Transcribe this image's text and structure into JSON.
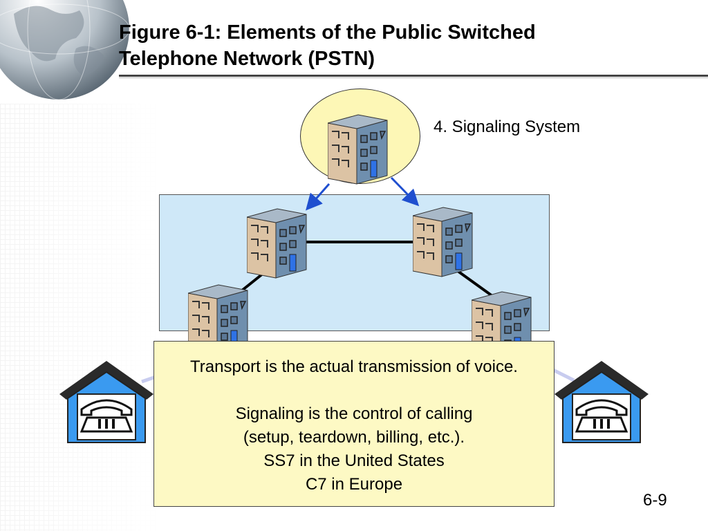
{
  "slide": {
    "title_line1": "Figure 6-1: Elements of the Public Switched",
    "title_line2": "Telephone Network (PSTN)",
    "signaling_label": "4. Signaling System",
    "info_box": {
      "line1": "Transport is the actual transmission of voice.",
      "line2": "Signaling is the control of calling",
      "line3": "(setup, teardown, billing, etc.).",
      "line4": "SS7 in the United States",
      "line5": "C7 in Europe"
    },
    "page_number": "6-9"
  },
  "colors": {
    "network_box_fill": "#cfe8f8",
    "signal_circle_fill": "#fdf7b6",
    "info_box_fill": "#fdf9c4",
    "arrow_color": "#1f4fcf",
    "house_blue": "#3a9af0",
    "building_front": "#dcc3a4",
    "building_side": "#6f8fae"
  }
}
